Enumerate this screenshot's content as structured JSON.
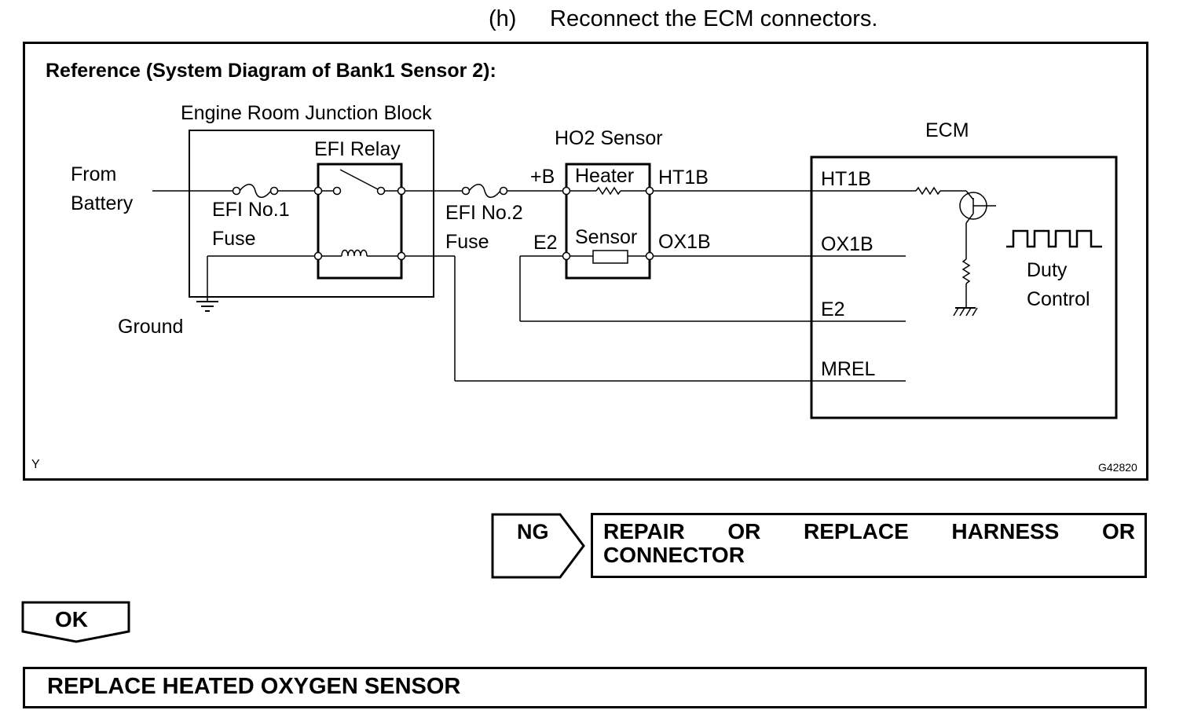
{
  "step": {
    "letter": "(h)",
    "text": "Reconnect the ECM connectors."
  },
  "diagram": {
    "title": "Reference (System Diagram of Bank1 Sensor 2):",
    "junction_block_label": "Engine Room Junction Block",
    "efi_relay_label": "EFI Relay",
    "from_battery_line1": "From",
    "from_battery_line2": "Battery",
    "efi_no1_line1": "EFI No.1",
    "efi_no1_line2": "Fuse",
    "ground_label": "Ground",
    "efi_no2_line1": "EFI No.2",
    "efi_no2_line2": "Fuse",
    "ho2_sensor_label": "HO2 Sensor",
    "plus_b": "+B",
    "heater": "Heater",
    "sensor": "Sensor",
    "e2_left": "E2",
    "ht1b_out": "HT1B",
    "ox1b_out": "OX1B",
    "ecm_label": "ECM",
    "ecm_ht1b": "HT1B",
    "ecm_ox1b": "OX1B",
    "ecm_e2": "E2",
    "ecm_mrel": "MREL",
    "duty_line1": "Duty",
    "duty_line2": "Control",
    "corner_left": "Y",
    "figure_code": "G42820"
  },
  "flow": {
    "ng_label": "NG",
    "repair_text": "REPAIR OR REPLACE HARNESS OR CONNECTOR",
    "ok_label": "OK",
    "final_text": "REPLACE HEATED OXYGEN SENSOR"
  }
}
